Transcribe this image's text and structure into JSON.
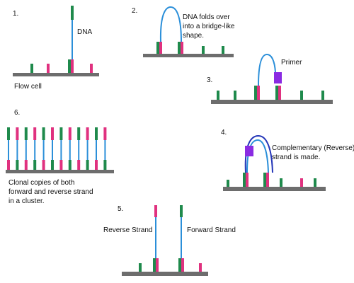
{
  "colors": {
    "slide": "#6d6d6d",
    "green": "#1f8a4c",
    "pink": "#e0317f",
    "strand_light": "#2b8fd9",
    "strand_dark": "#2436b8",
    "primer": "#8a2be2"
  },
  "steps": [
    {
      "number": "1.",
      "labels": [
        "DNA",
        "Flow cell"
      ]
    },
    {
      "number": "2.",
      "labels": [
        "DNA folds over",
        "into a bridge-like",
        "shape."
      ]
    },
    {
      "number": "3.",
      "labels": [
        "Primer"
      ]
    },
    {
      "number": "4.",
      "labels": [
        "Complementary (Reverse)",
        "strand is made."
      ]
    },
    {
      "number": "5.",
      "labels": [
        "Reverse Strand",
        "Forward Strand"
      ]
    },
    {
      "number": "6.",
      "labels": [
        "Clonal copies of both",
        "forward and reverse strand",
        "in a cluster."
      ]
    }
  ]
}
